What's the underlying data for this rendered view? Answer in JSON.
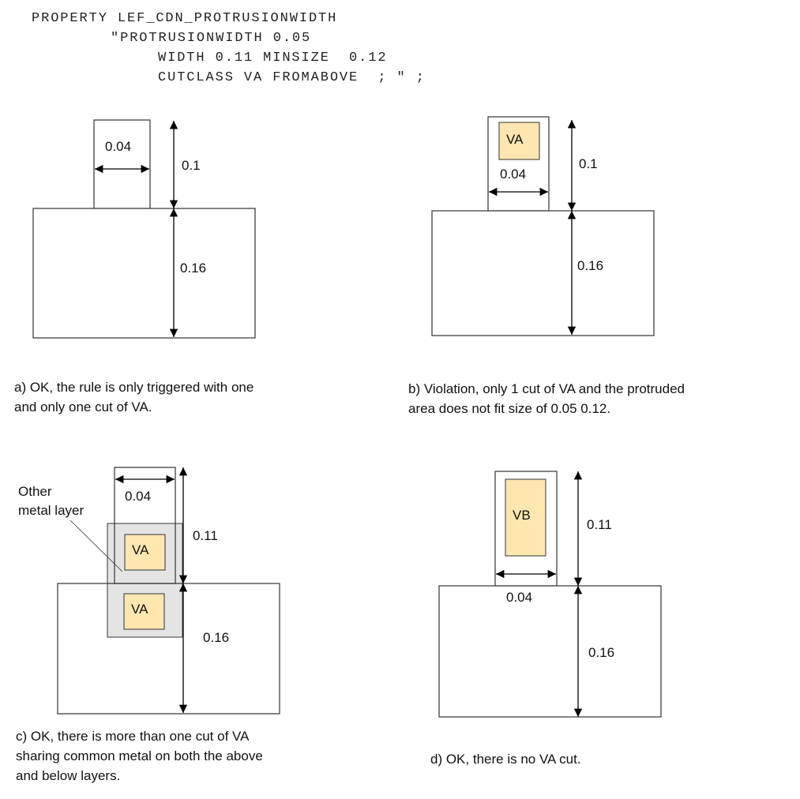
{
  "code": {
    "lines": [
      "PROPERTY LEF_CDN_PROTRUSIONWIDTH",
      "\"PROTRUSIONWIDTH 0.05",
      "WIDTH 0.11 MINSIZE  0.12",
      "CUTCLASS VA FROMABOVE  ; \" ;"
    ]
  },
  "colors": {
    "cut_fill": "#fde6b0",
    "other_metal_fill": "#e4e4e4"
  },
  "panels": {
    "a": {
      "width_label": "0.04",
      "protrusion_label": "0.1",
      "height_label": "0.16",
      "caption": [
        "a) OK, the rule is only triggered with one",
        "and only one cut of VA."
      ]
    },
    "b": {
      "cut_label": "VA",
      "width_label": "0.04",
      "protrusion_label": "0.1",
      "height_label": "0.16",
      "caption": [
        "b) Violation, only 1 cut of VA and the protruded",
        "area does not fit size of 0.05 0.12."
      ]
    },
    "c": {
      "cut_label_top": "VA",
      "cut_label_bottom": "VA",
      "width_label": "0.04",
      "protrusion_label": "0.11",
      "height_label": "0.16",
      "callout": [
        "Other",
        "metal layer"
      ],
      "caption": [
        "c) OK, there is more than one cut of VA",
        "sharing common metal on both the above",
        "and below layers."
      ]
    },
    "d": {
      "cut_label": "VB",
      "width_label": "0.04",
      "protrusion_label": "0.11",
      "height_label": "0.16",
      "caption": [
        "d) OK, there is no VA cut."
      ]
    }
  }
}
